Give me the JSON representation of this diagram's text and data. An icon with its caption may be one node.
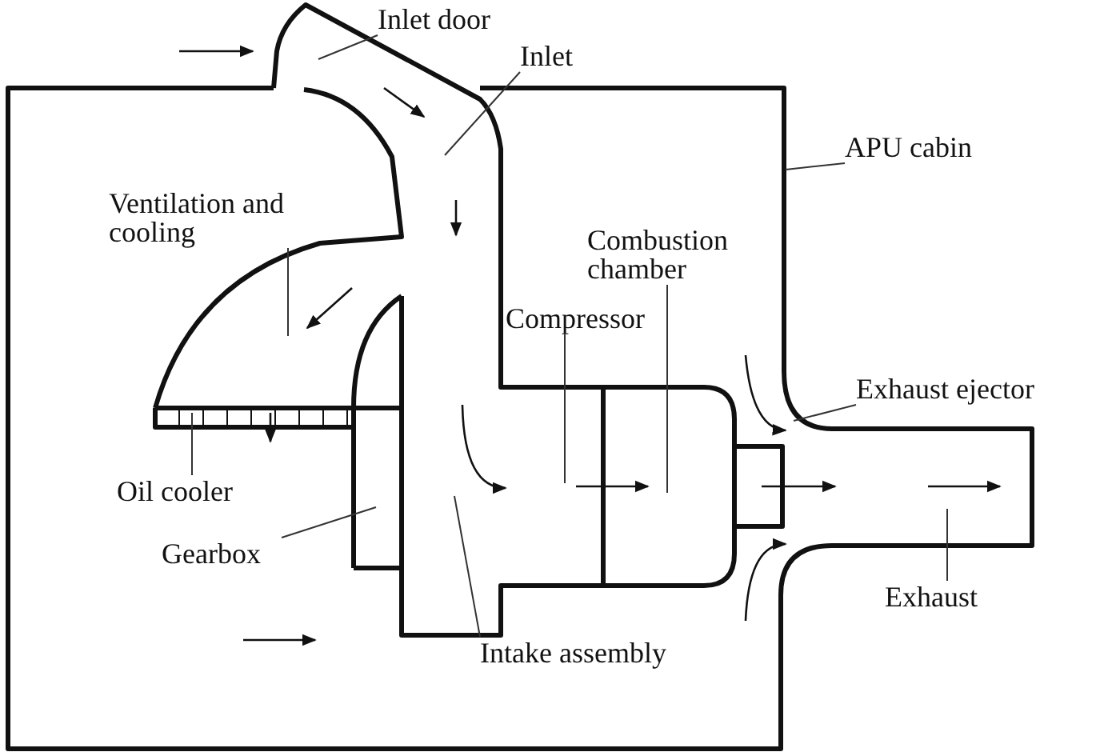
{
  "diagram": {
    "nodes": [
      {
        "text": [
          "Inlet door"
        ]
      },
      {
        "text": [
          "Inlet"
        ]
      },
      {
        "text": [
          "APU cabin"
        ]
      },
      {
        "text": [
          "Ventilation and cooling"
        ]
      },
      {
        "text": [
          "Combustion chamber"
        ]
      },
      {
        "text": [
          "Compressor"
        ]
      },
      {
        "text": [
          "Exhaust ejector"
        ]
      },
      {
        "text": [
          "Oil cooler"
        ]
      },
      {
        "text": [
          "Gearbox"
        ]
      },
      {
        "text": [
          "Exhaust"
        ]
      },
      {
        "text": [
          "Intake assembly"
        ]
      }
    ],
    "edges": [
      {
        "from": 0,
        "to": null,
        "arrow": "none"
      },
      {
        "from": 1,
        "to": null,
        "arrow": "none"
      },
      {
        "from": 2,
        "to": null,
        "arrow": "none"
      },
      {
        "from": 3,
        "to": null,
        "arrow": "none"
      },
      {
        "from": 4,
        "to": null,
        "arrow": "none"
      },
      {
        "from": 5,
        "to": null,
        "arrow": "none"
      },
      {
        "from": 6,
        "to": null,
        "arrow": "none"
      },
      {
        "from": 7,
        "to": null,
        "arrow": "none"
      },
      {
        "from": 8,
        "to": null,
        "arrow": "none"
      },
      {
        "from": 9,
        "to": null,
        "arrow": "none"
      },
      {
        "from": 10,
        "to": null,
        "arrow": "none"
      }
    ]
  }
}
